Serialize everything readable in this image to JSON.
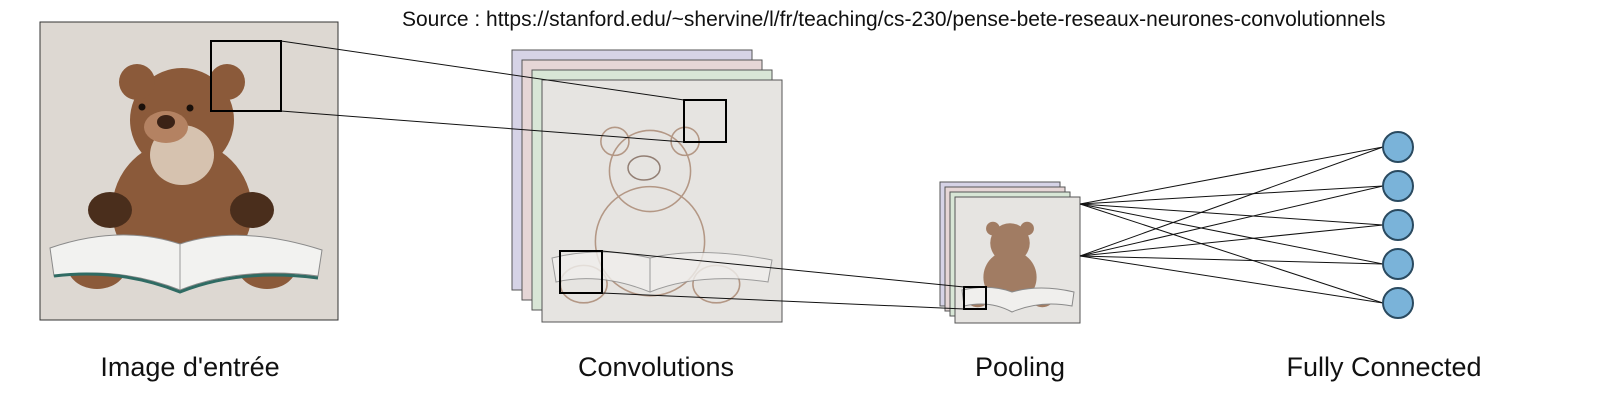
{
  "source_text": "Source : https://stanford.edu/~shervine/l/fr/teaching/cs-230/pense-bete-reseaux-neurones-convolutionnels",
  "stages": [
    {
      "label": "Image d'entrée"
    },
    {
      "label": "Convolutions"
    },
    {
      "label": "Pooling"
    },
    {
      "label": "Fully Connected"
    }
  ],
  "colors": {
    "photo_background": "#ddd8d2",
    "bear": "#8b5a3a",
    "feature_map_fill": "#e6e4e1",
    "feature_map_tints": [
      "#d6d3e6",
      "#e6d6d6",
      "#d8e6d6"
    ],
    "neuron_fill": "#7ab3d9",
    "neuron_stroke": "#2a4a60",
    "line": "#111111"
  },
  "fully_connected": {
    "input_points": 2,
    "neurons": 5
  }
}
